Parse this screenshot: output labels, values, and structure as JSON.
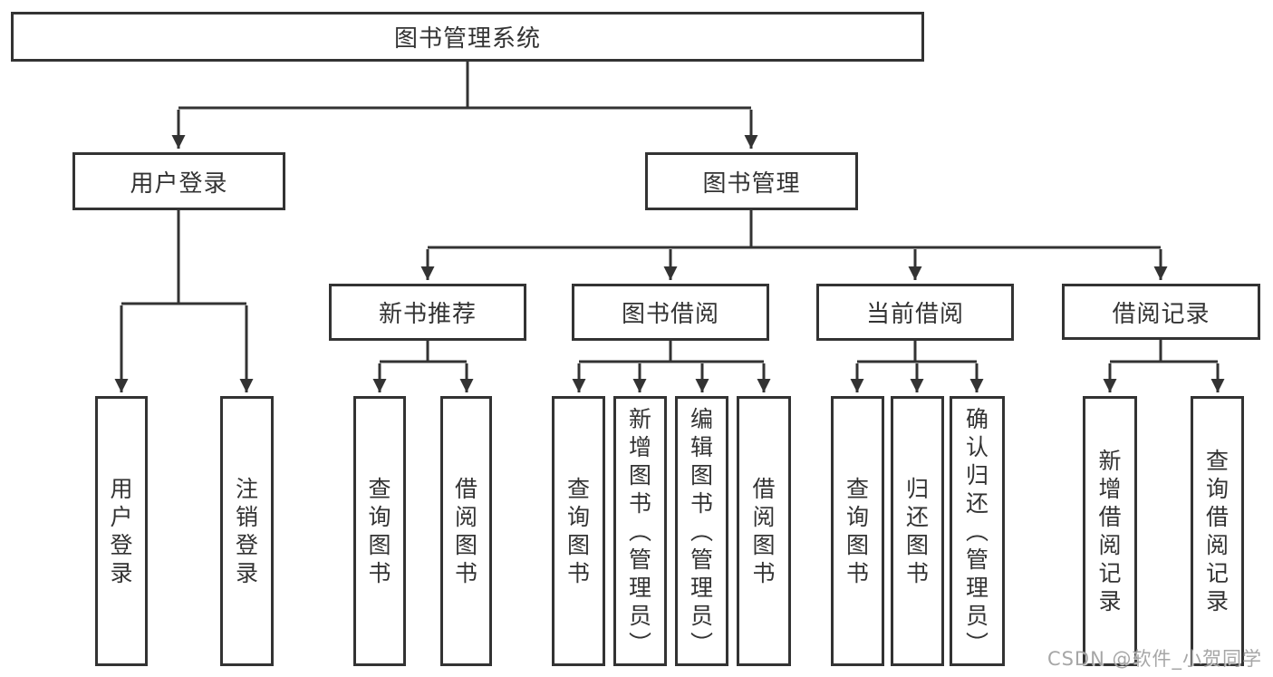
{
  "colors": {
    "line": "#333333",
    "text": "#333333",
    "background": "#ffffff",
    "watermark": "#969696"
  },
  "tree": {
    "root": {
      "label": "图书管理系统"
    },
    "branches": [
      {
        "label": "用户登录",
        "children": [
          {
            "label": "用户登录"
          },
          {
            "label": "注销登录"
          }
        ]
      },
      {
        "label": "图书管理",
        "groups": [
          {
            "label": "新书推荐",
            "children": [
              {
                "label": "查询图书"
              },
              {
                "label": "借阅图书"
              }
            ]
          },
          {
            "label": "图书借阅",
            "children": [
              {
                "label": "查询图书"
              },
              {
                "label": "新增图书（管理员）"
              },
              {
                "label": "编辑图书（管理员）"
              },
              {
                "label": "借阅图书"
              }
            ]
          },
          {
            "label": "当前借阅",
            "children": [
              {
                "label": "查询图书"
              },
              {
                "label": "归还图书"
              },
              {
                "label": "确认归还（管理员）"
              }
            ]
          },
          {
            "label": "借阅记录",
            "children": [
              {
                "label": "新增借阅记录"
              },
              {
                "label": "查询借阅记录"
              }
            ]
          }
        ]
      }
    ]
  },
  "watermark": {
    "text": "CSDN @软件_小贺同学"
  }
}
